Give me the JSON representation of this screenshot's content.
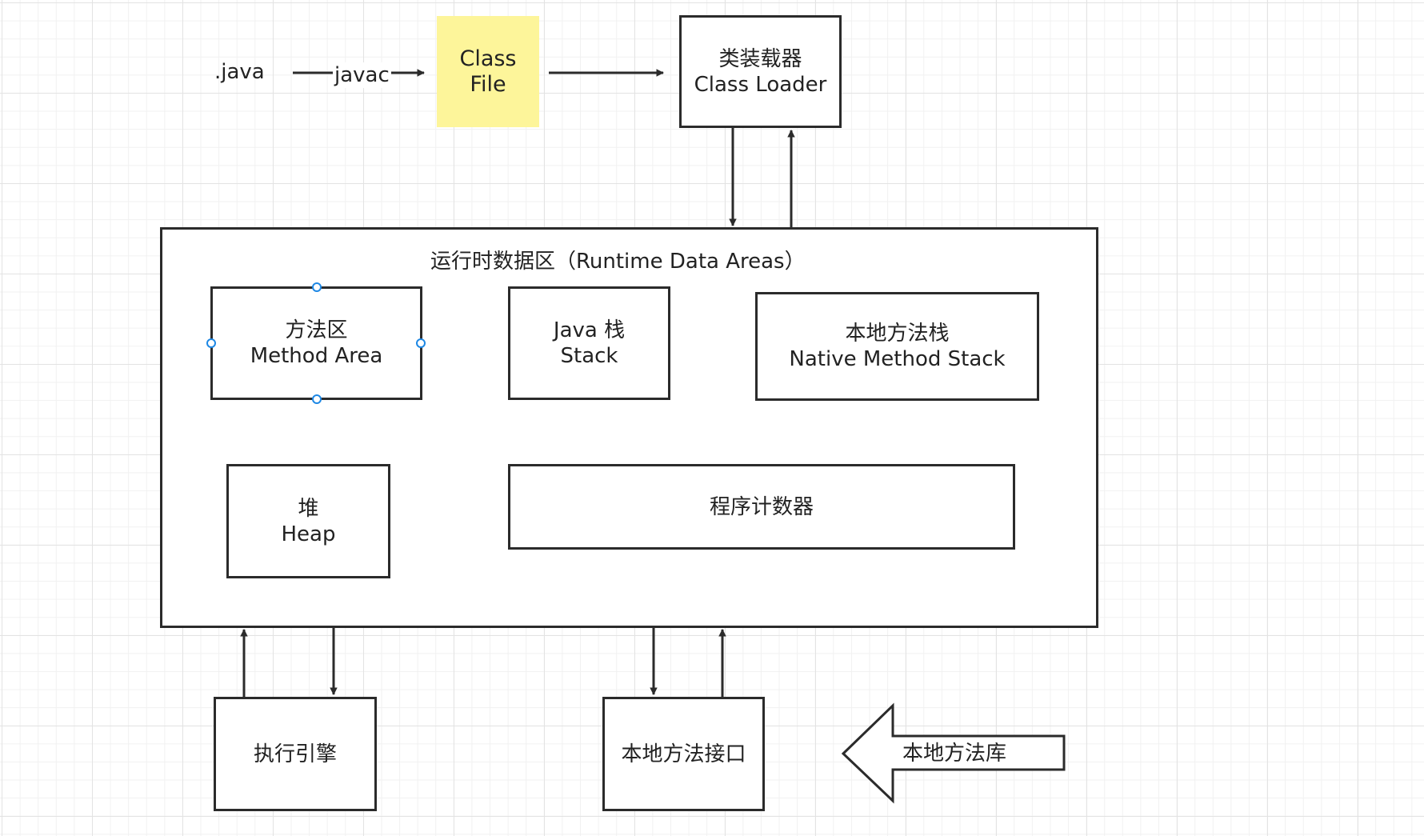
{
  "source": {
    "java_label": ".java",
    "javac_label": "javac"
  },
  "class_file": {
    "line1": "Class",
    "line2": "File",
    "color": "#fdf59a"
  },
  "class_loader": {
    "line1": "类装载器",
    "line2": "Class Loader"
  },
  "runtime": {
    "title": "运行时数据区（Runtime Data Areas）",
    "method_area": {
      "line1": "方法区",
      "line2": "Method Area"
    },
    "java_stack": {
      "line1": "Java 栈",
      "line2": "Stack"
    },
    "native_stack": {
      "line1": "本地方法栈",
      "line2": "Native Method Stack"
    },
    "heap": {
      "line1": "堆",
      "line2": "Heap"
    },
    "pc_register": {
      "label": "程序计数器"
    }
  },
  "execution_engine": {
    "label": "执行引擎"
  },
  "native_interface": {
    "label": "本地方法接口"
  },
  "native_library": {
    "label": "本地方法库"
  },
  "colors": {
    "stroke": "#2b2b2b",
    "selection_handle": "#1e88e5",
    "note_fold": "#d6ce7a"
  }
}
